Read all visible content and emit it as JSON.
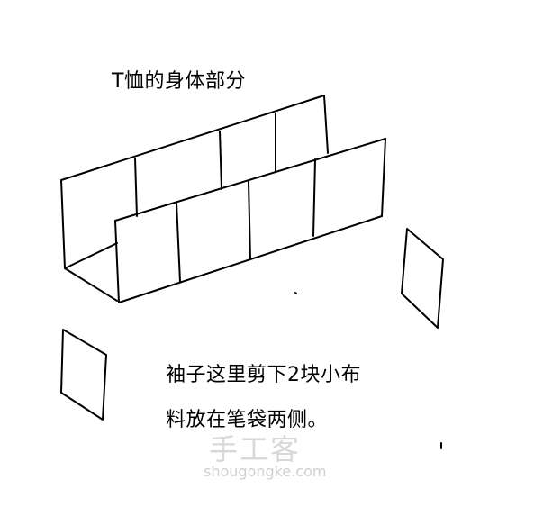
{
  "title": "T恤的身体部分",
  "note": {
    "line1": "袖子这里剪下2块小布",
    "line2": "料放在笔袋两侧。"
  },
  "watermark": {
    "text": "手工客",
    "url": "shougongke.com"
  },
  "colors": {
    "ink": "#000000",
    "background": "#ffffff",
    "watermark": "#d8d8d8"
  }
}
